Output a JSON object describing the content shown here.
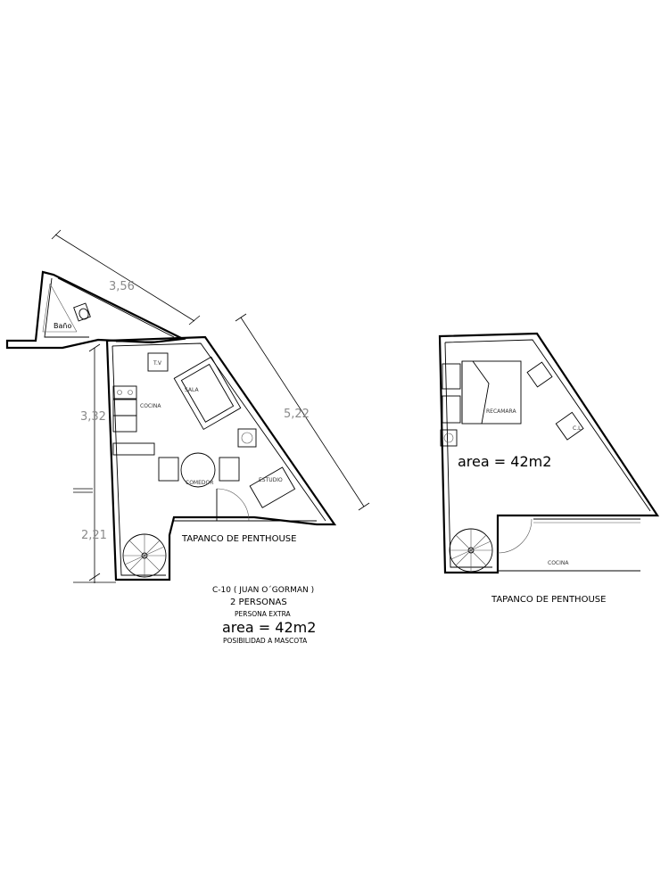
{
  "dimensions": {
    "top": "3,56",
    "diagonal": "5,22",
    "left_upper": "3,32",
    "left_lower": "2,21"
  },
  "rooms": {
    "bath": "Baño",
    "tv": "T.V",
    "living": "SALA",
    "kitchen": "COCINA",
    "dining": "COMEDOR",
    "study": "ESTUDIO",
    "bedroom": "RECAMARA",
    "closet": "C.L",
    "kitchen_upper": "COCINA"
  },
  "labels": {
    "penthouse_left": "TAPANCO DE PENTHOUSE",
    "penthouse_right": "TAPANCO DE PENTHOUSE"
  },
  "info": {
    "unit": "C-10 ( JUAN  O´GORMAN )",
    "people": "2 PERSONAS",
    "extra": "PERSONA EXTRA",
    "area": "area = 42m2",
    "pets": "POSIBILIDAD  A MASCOTA"
  },
  "upper_area": "area = 42m2"
}
